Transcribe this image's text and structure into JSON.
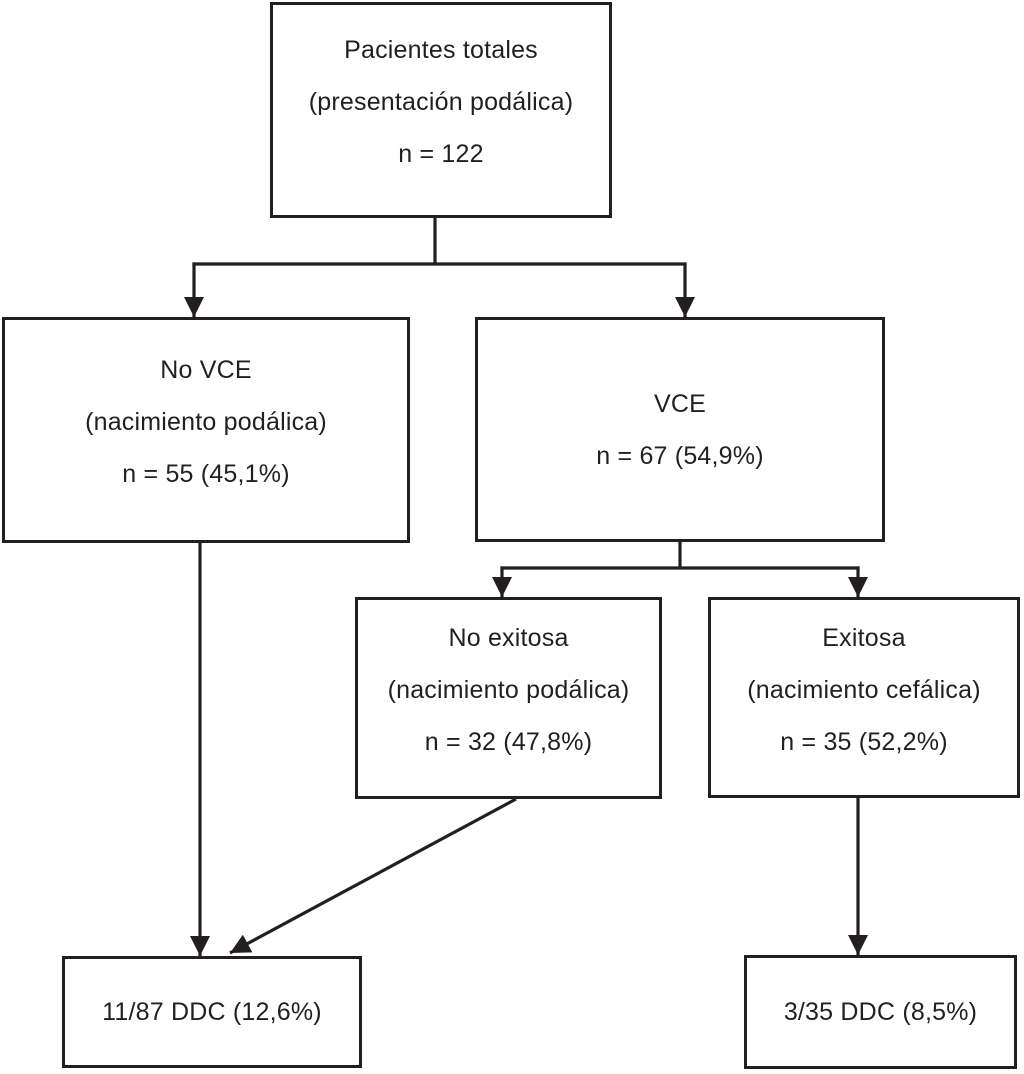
{
  "figure": {
    "type": "flowchart",
    "language": "es",
    "colors": {
      "line": "#231f20",
      "text": "#231f20",
      "box_fill": "#ffffff",
      "background": "#ffffff"
    },
    "nodes": {
      "total_patients": {
        "lines": [
          "Pacientes totales",
          "(presentación podálica)",
          "n = 122"
        ]
      },
      "no_vce": {
        "lines": [
          "No VCE",
          "(nacimiento podálica)",
          "n = 55 (45,1%)"
        ]
      },
      "vce": {
        "lines": [
          "VCE",
          "n = 67 (54,9%)"
        ]
      },
      "no_exitosa": {
        "lines": [
          "No exitosa",
          "(nacimiento podálica)",
          "n = 32 (47,8%)"
        ]
      },
      "exitosa": {
        "lines": [
          "Exitosa",
          "(nacimiento cefálica)",
          "n = 35 (52,2%)"
        ]
      },
      "ddc_breech_birth": {
        "lines": [
          "11/87 DDC (12,6%)"
        ]
      },
      "ddc_cephalic_birth": {
        "lines": [
          "3/35 DDC (8,5%)"
        ]
      }
    },
    "edges": [
      {
        "from": "total_patients",
        "to": "no_vce"
      },
      {
        "from": "total_patients",
        "to": "vce"
      },
      {
        "from": "vce",
        "to": "no_exitosa"
      },
      {
        "from": "vce",
        "to": "exitosa"
      },
      {
        "from": "no_vce",
        "to": "ddc_breech_birth"
      },
      {
        "from": "no_exitosa",
        "to": "ddc_breech_birth"
      },
      {
        "from": "exitosa",
        "to": "ddc_cephalic_birth"
      }
    ]
  }
}
